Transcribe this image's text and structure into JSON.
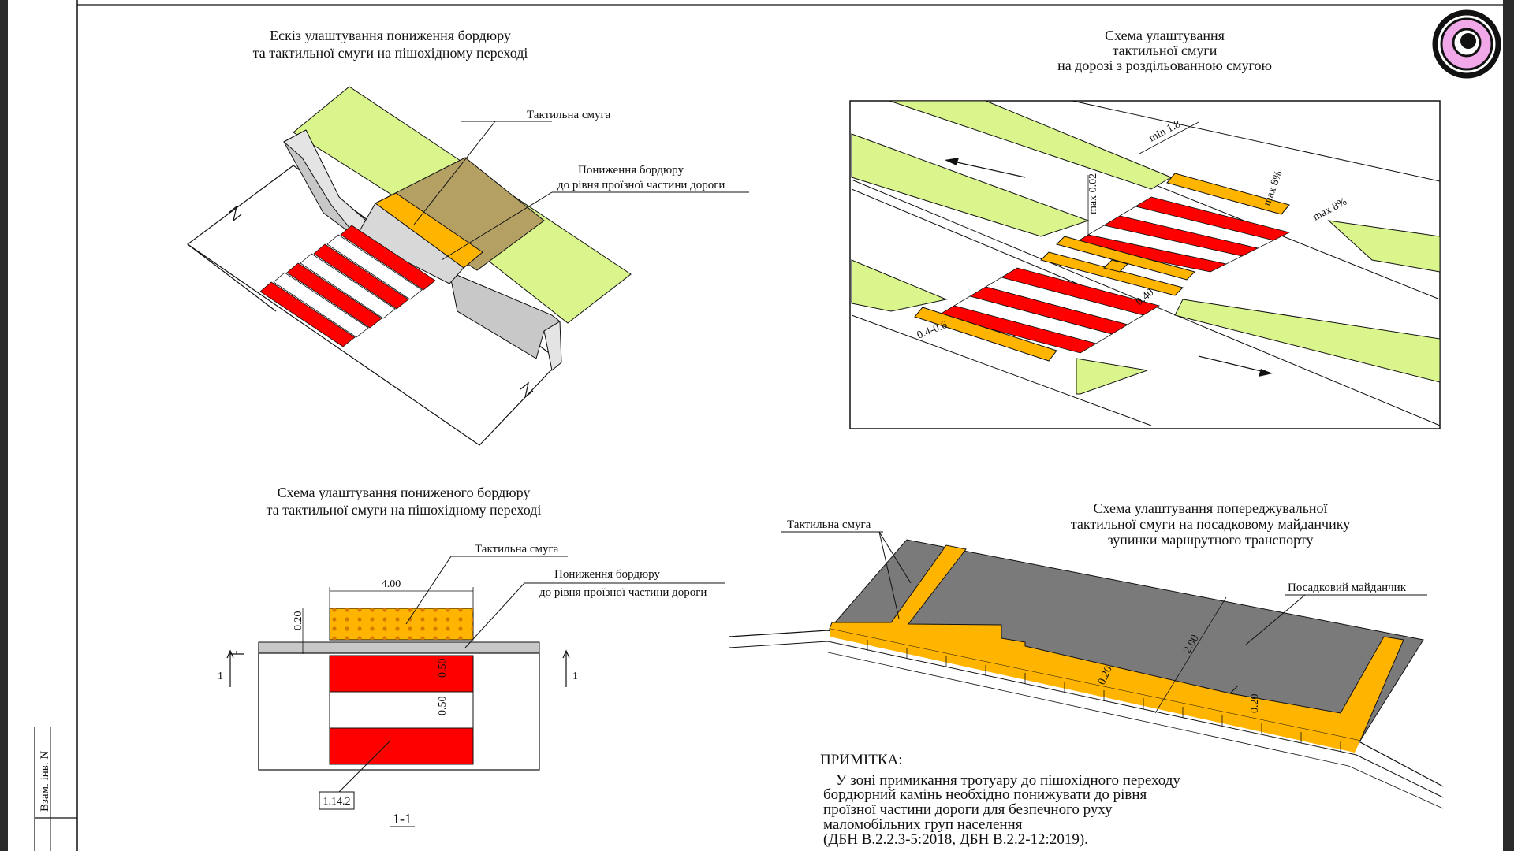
{
  "frame": {
    "side_stamp": "Взам. інв. N"
  },
  "colors": {
    "grass": "#d9f58c",
    "tactile": "#ffb400",
    "tactile_dark": "#b5a063",
    "stripe_red": "#ff0000",
    "curb_grey": "#c8c8c8",
    "platform_grey": "#7a7a7a"
  },
  "logo": {
    "icon": "eye-icon"
  },
  "panel1": {
    "title_line1": "Ескіз улаштування пониження бордюру",
    "title_line2": "та тактильної смуги на пішохідному переході",
    "label_tactile": "Тактильна смуга",
    "label_curb_line1": "Пониження бордюру",
    "label_curb_line2": "до  рівня проїзної частини дороги"
  },
  "panel2": {
    "title_line1": "Схема улаштування",
    "title_line2": "тактильної смуги",
    "title_line3": "на дорозі з роздільованною смугою",
    "dim_min": "min 1.8",
    "dim_max002": "max 0.02",
    "dim_max8_a": "max 8%",
    "dim_max8_b": "max 8%",
    "dim_04_06": "0.4-0.6",
    "dim_04": "0.40"
  },
  "panel3": {
    "title_line1": "Схема улаштування пониженого бордюру",
    "title_line2": "та тактильної смуги на пішохідному переході",
    "label_tactile": "Тактильна смуга",
    "label_curb_line1": "Пониження бордюру",
    "label_curb_line2": "до  рівня проїзної частини дороги",
    "dim_width": "4.00",
    "dim_020": "0.20",
    "dim_050_a": "0.50",
    "dim_050_b": "0.50",
    "section_mark": "1",
    "section_mark_right": "1",
    "sign_code": "1.14.2",
    "section_label": "1-1"
  },
  "panel4": {
    "title_line1": "Схема улаштування попереджувальної",
    "title_line2": "тактильної смуги на посадковому майданчику",
    "title_line3": "зупинки маршрутного транспорту",
    "label_tactile": "Тактильна смуга",
    "label_platform": "Посадковий майданчик",
    "dim_200": "2.00",
    "dim_020_a": "0.20",
    "dim_020_b": "0.20"
  },
  "note": {
    "heading": "ПРИМІТКА:",
    "line1": "У зоні примикання тротуару до пішохідного переходу",
    "line2": "бордюрний камінь необхідно понижувати до рівня",
    "line3": "проїзної частини дороги для безпечного руху",
    "line4": "маломобільних груп населення",
    "line5": "(ДБН В.2.2.3-5:2018, ДБН В.2.2-12:2019)."
  }
}
